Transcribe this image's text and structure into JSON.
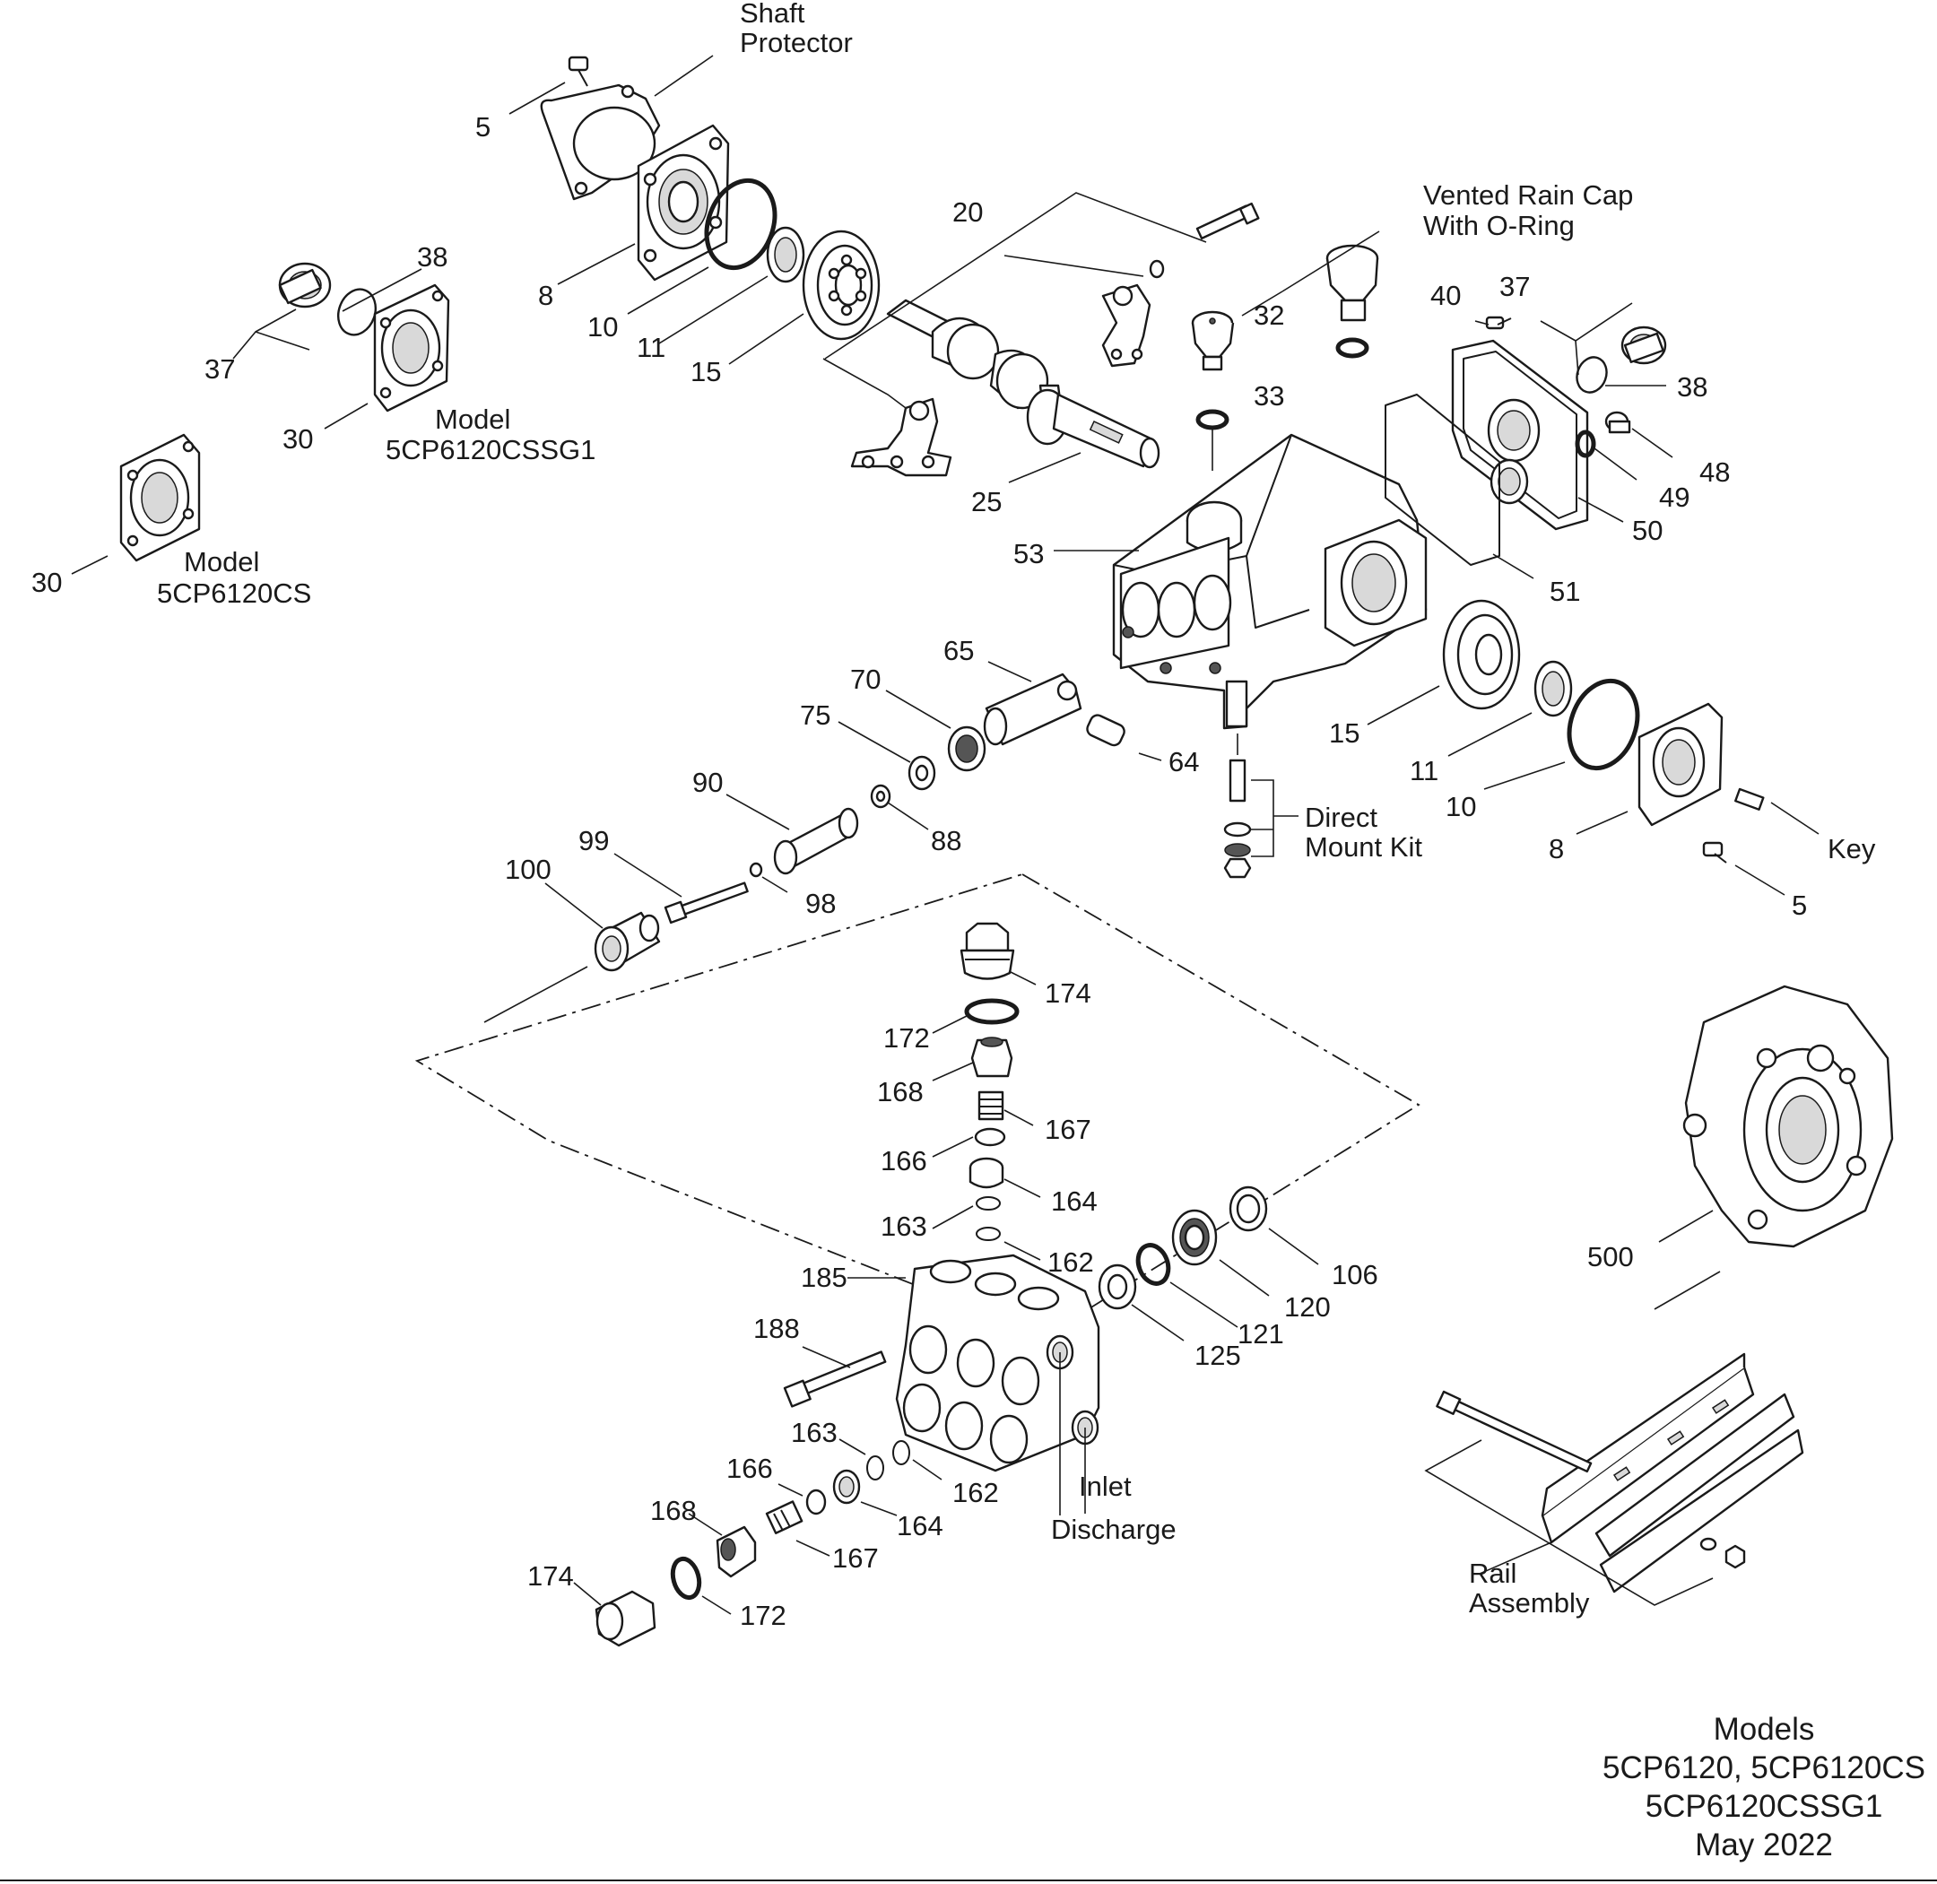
{
  "labels": {
    "shaft_protector": [
      "Shaft",
      "Protector"
    ],
    "vented_rain_cap": [
      "Vented Rain Cap",
      "With O-Ring"
    ],
    "model_sg1": [
      "Model",
      "5CP6120CSSG1"
    ],
    "model_cs": [
      "Model",
      "5CP6120CS"
    ],
    "direct_mount_kit": [
      "Direct",
      "Mount Kit"
    ],
    "rail_assembly": [
      "Rail",
      "Assembly"
    ],
    "key": "Key",
    "inlet": "Inlet",
    "discharge": "Discharge"
  },
  "part_numbers": {
    "p5_top": "5",
    "p8_top": "8",
    "p10_top": "10",
    "p11_top": "11",
    "p15_top": "15",
    "p20": "20",
    "p25": "25",
    "p37_left": "37",
    "p38_left": "38",
    "p30_mid": "30",
    "p30_left": "30",
    "p32": "32",
    "p33": "33",
    "p40": "40",
    "p37_right": "37",
    "p38_right": "38",
    "p48": "48",
    "p49": "49",
    "p50": "50",
    "p51": "51",
    "p53": "53",
    "p65": "65",
    "p70": "70",
    "p75": "75",
    "p64": "64",
    "p90": "90",
    "p88": "88",
    "p99": "99",
    "p98": "98",
    "p100": "100",
    "p15_right": "15",
    "p11_right": "11",
    "p10_right": "10",
    "p8_right": "8",
    "p5_right": "5",
    "p174_top": "174",
    "p172_top": "172",
    "p168_top": "168",
    "p167_top": "167",
    "p166_top": "166",
    "p164_top": "164",
    "p163_top": "163",
    "p162_top": "162",
    "p185": "185",
    "p188": "188",
    "p106": "106",
    "p120": "120",
    "p121": "121",
    "p125": "125",
    "p163_bot": "163",
    "p166_bot": "166",
    "p162_bot": "162",
    "p168_bot": "168",
    "p164_bot": "164",
    "p167_bot": "167",
    "p174_bot": "174",
    "p172_bot": "172",
    "p500": "500"
  },
  "footer": {
    "line1": "Models",
    "line2": "5CP6120, 5CP6120CS",
    "line3": "5CP6120CSSG1",
    "line4": "May 2022"
  }
}
